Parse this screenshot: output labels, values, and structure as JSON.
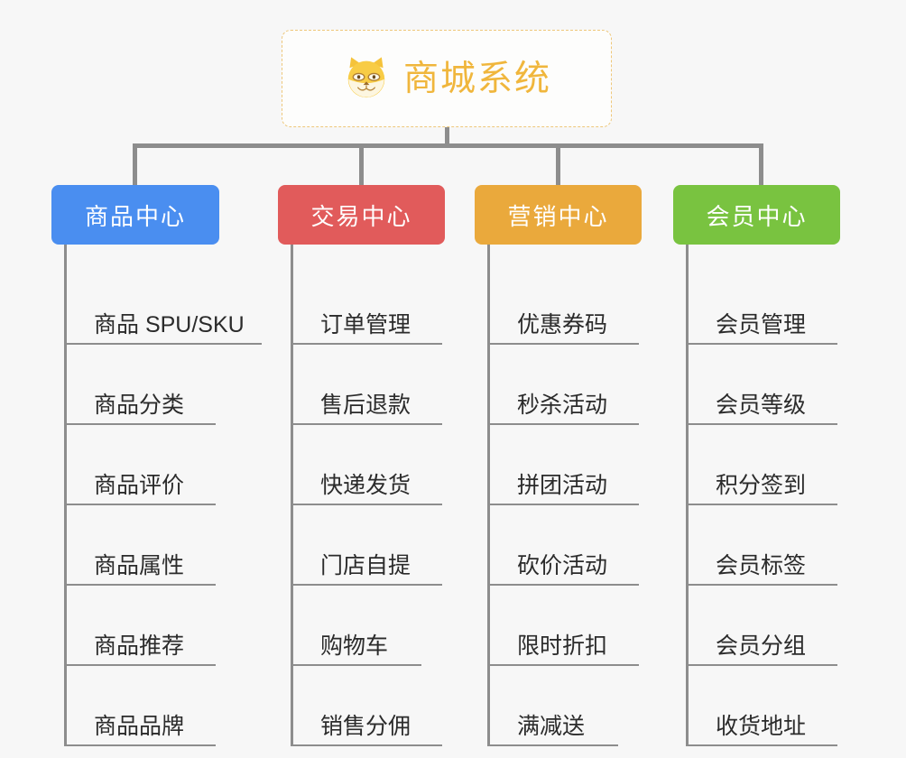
{
  "root": {
    "title": "商城系统",
    "icon": "shiba-dog-icon",
    "title_color": "#f0b63c",
    "border_color": "#eec77a"
  },
  "connector_color": "#8d8d8d",
  "background_color": "#f7f7f7",
  "columns": [
    {
      "label": "商品中心",
      "color": "#4a8ef0",
      "items": [
        {
          "label": "商品 SPU/SKU",
          "wide": true
        },
        {
          "label": "商品分类",
          "wide": false
        },
        {
          "label": "商品评价",
          "wide": false
        },
        {
          "label": "商品属性",
          "wide": false
        },
        {
          "label": "商品推荐",
          "wide": false
        },
        {
          "label": "商品品牌",
          "wide": false
        }
      ]
    },
    {
      "label": "交易中心",
      "color": "#e15b5b",
      "items": [
        {
          "label": "订单管理",
          "wide": true
        },
        {
          "label": "售后退款",
          "wide": true
        },
        {
          "label": "快递发货",
          "wide": true
        },
        {
          "label": "门店自提",
          "wide": true
        },
        {
          "label": "购物车",
          "wide": false
        },
        {
          "label": "销售分佣",
          "wide": true
        }
      ]
    },
    {
      "label": "营销中心",
      "color": "#eaa93c",
      "items": [
        {
          "label": "优惠券码",
          "wide": true
        },
        {
          "label": "秒杀活动",
          "wide": true
        },
        {
          "label": "拼团活动",
          "wide": true
        },
        {
          "label": "砍价活动",
          "wide": true
        },
        {
          "label": "限时折扣",
          "wide": true
        },
        {
          "label": "满减送",
          "wide": false
        }
      ]
    },
    {
      "label": "会员中心",
      "color": "#79c340",
      "items": [
        {
          "label": "会员管理",
          "wide": true
        },
        {
          "label": "会员等级",
          "wide": true
        },
        {
          "label": "积分签到",
          "wide": true
        },
        {
          "label": "会员标签",
          "wide": true
        },
        {
          "label": "会员分组",
          "wide": true
        },
        {
          "label": "收货地址",
          "wide": true
        }
      ]
    }
  ]
}
